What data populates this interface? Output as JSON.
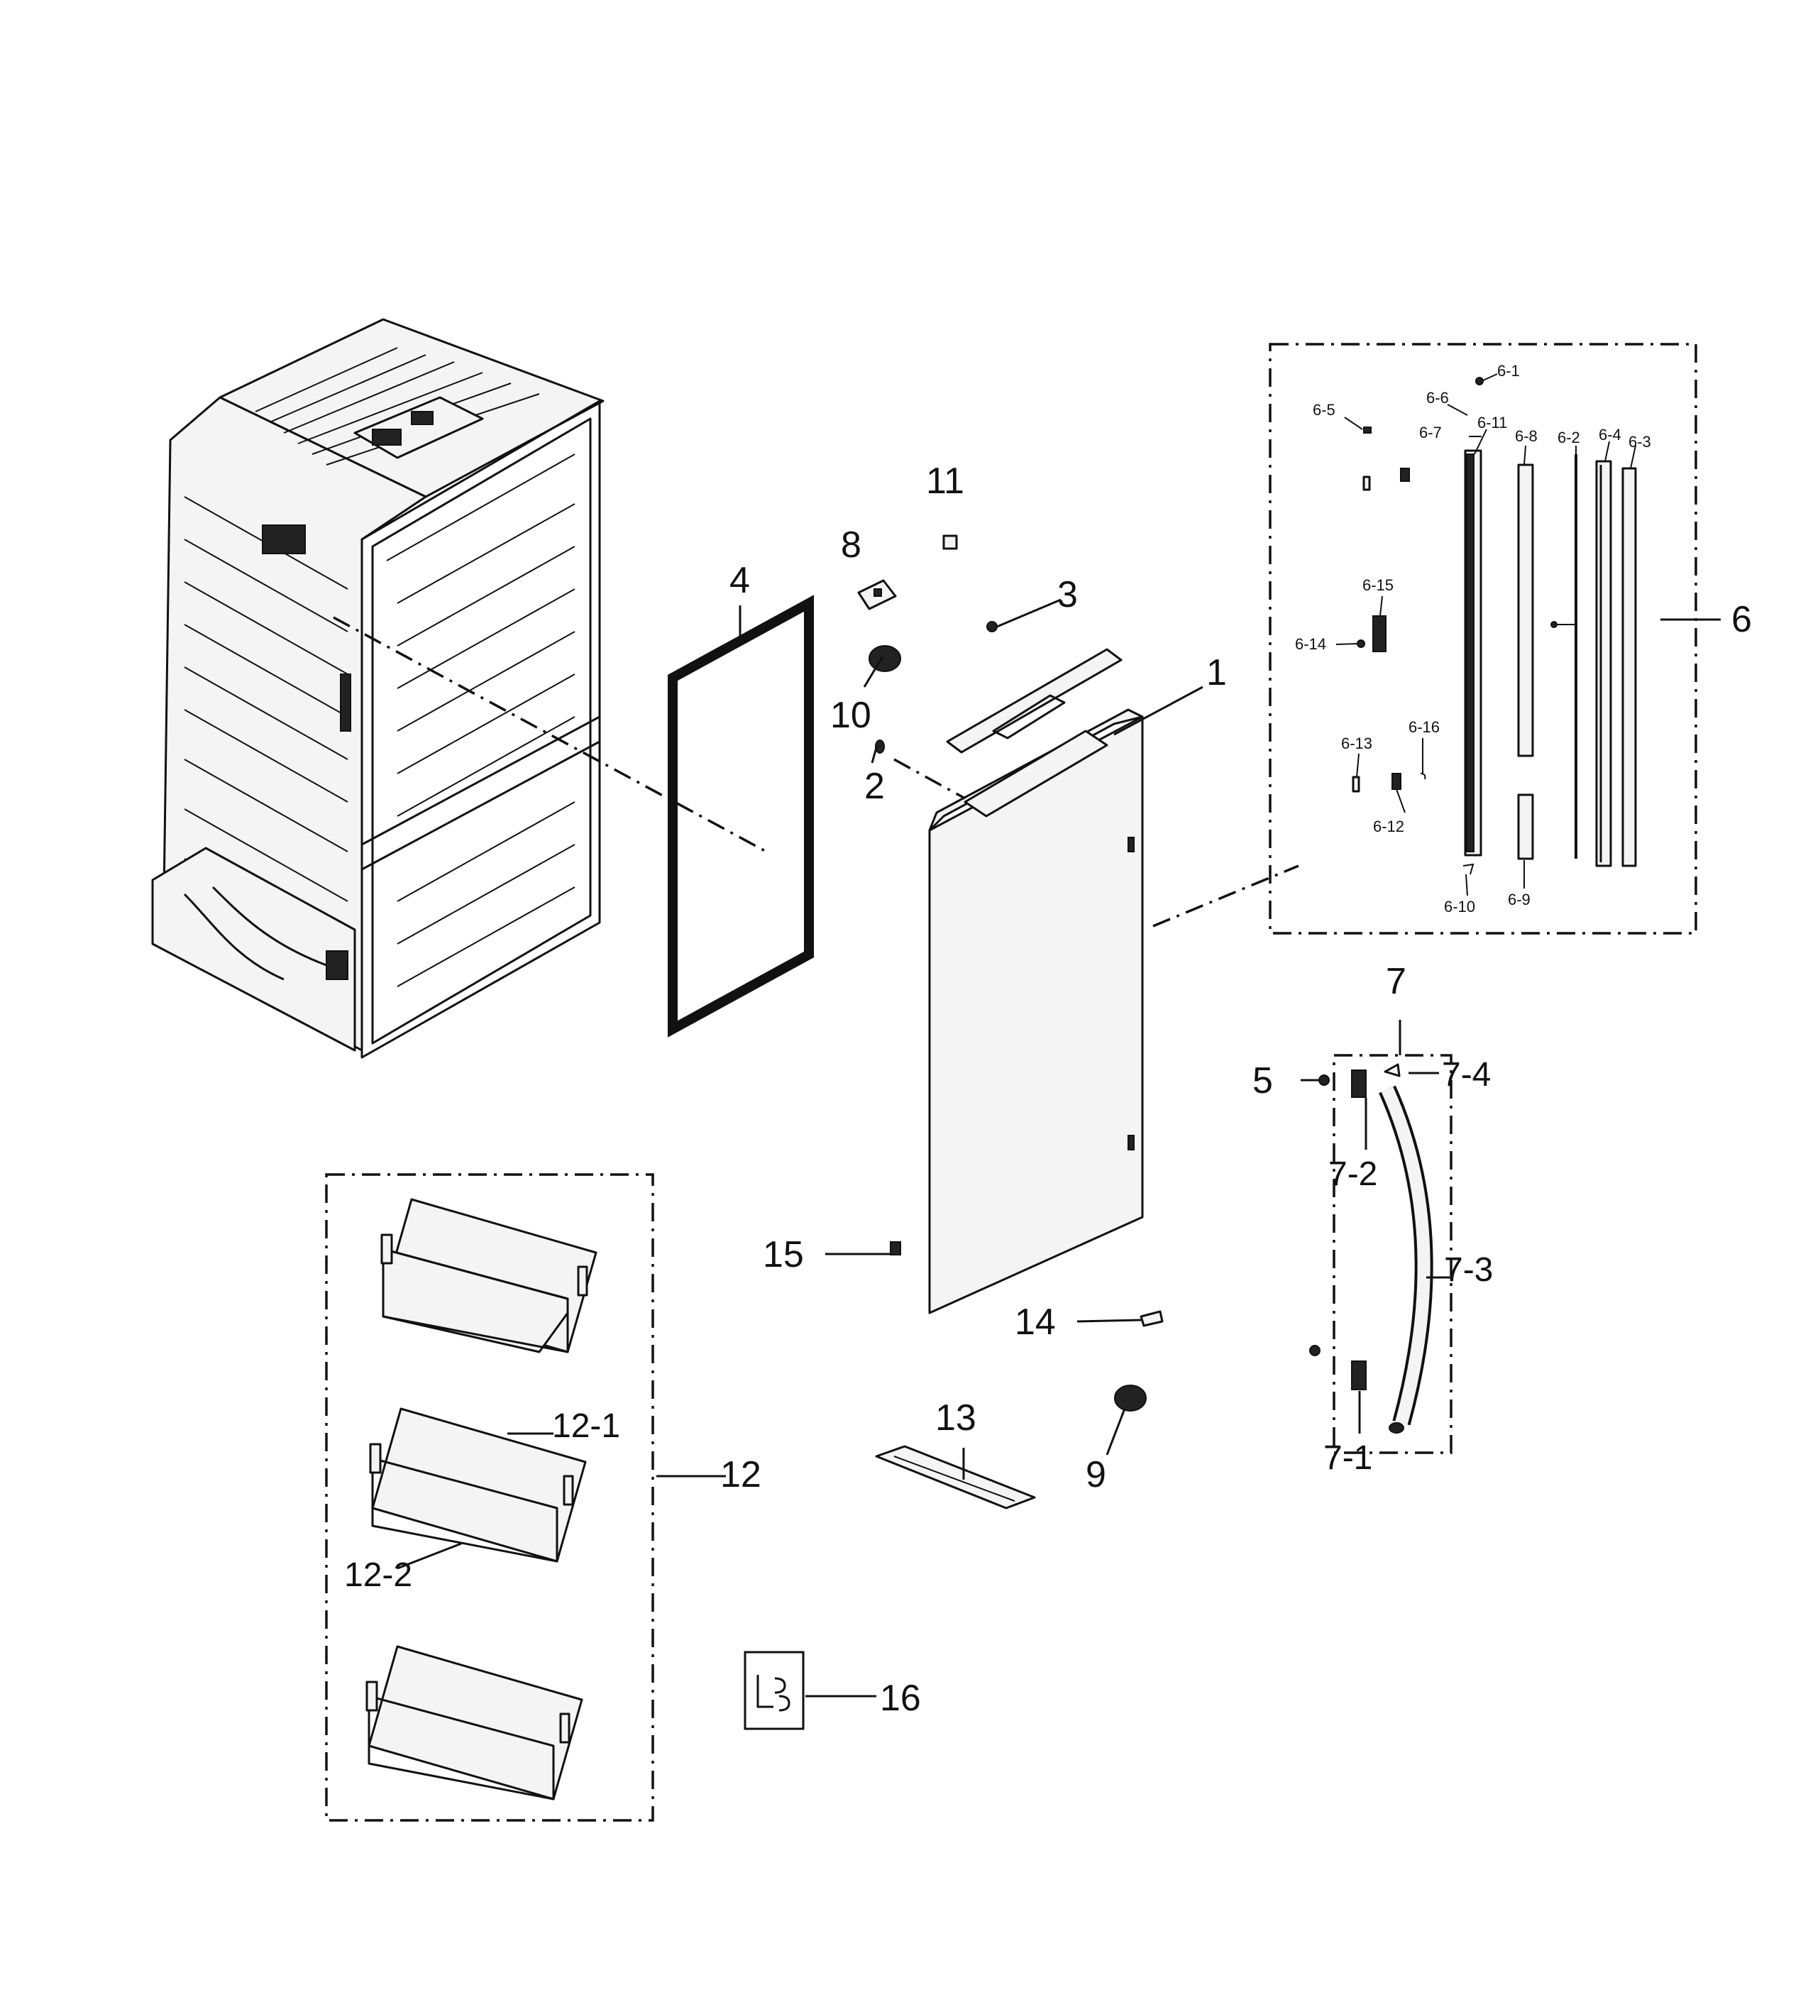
{
  "labels": {
    "p1": "1",
    "p2": "2",
    "p3": "3",
    "p4": "4",
    "p5": "5",
    "p6": "6",
    "p7": "7",
    "p8": "8",
    "p9": "9",
    "p10": "10",
    "p11": "11",
    "p12": "12",
    "p13": "13",
    "p14": "14",
    "p15": "15",
    "p16": "16",
    "p6_1": "6-1",
    "p6_2": "6-2",
    "p6_3": "6-3",
    "p6_4": "6-4",
    "p6_5": "6-5",
    "p6_6": "6-6",
    "p6_7": "6-7",
    "p6_8": "6-8",
    "p6_9": "6-9",
    "p6_10": "6-10",
    "p6_11": "6-11",
    "p6_12": "6-12",
    "p6_13": "6-13",
    "p6_14": "6-14",
    "p6_15": "6-15",
    "p6_16": "6-16",
    "p7_1": "7-1",
    "p7_2": "7-2",
    "p7_3": "7-3",
    "p7_4": "7-4",
    "p12_1": "12-1",
    "p12_2": "12-2"
  }
}
